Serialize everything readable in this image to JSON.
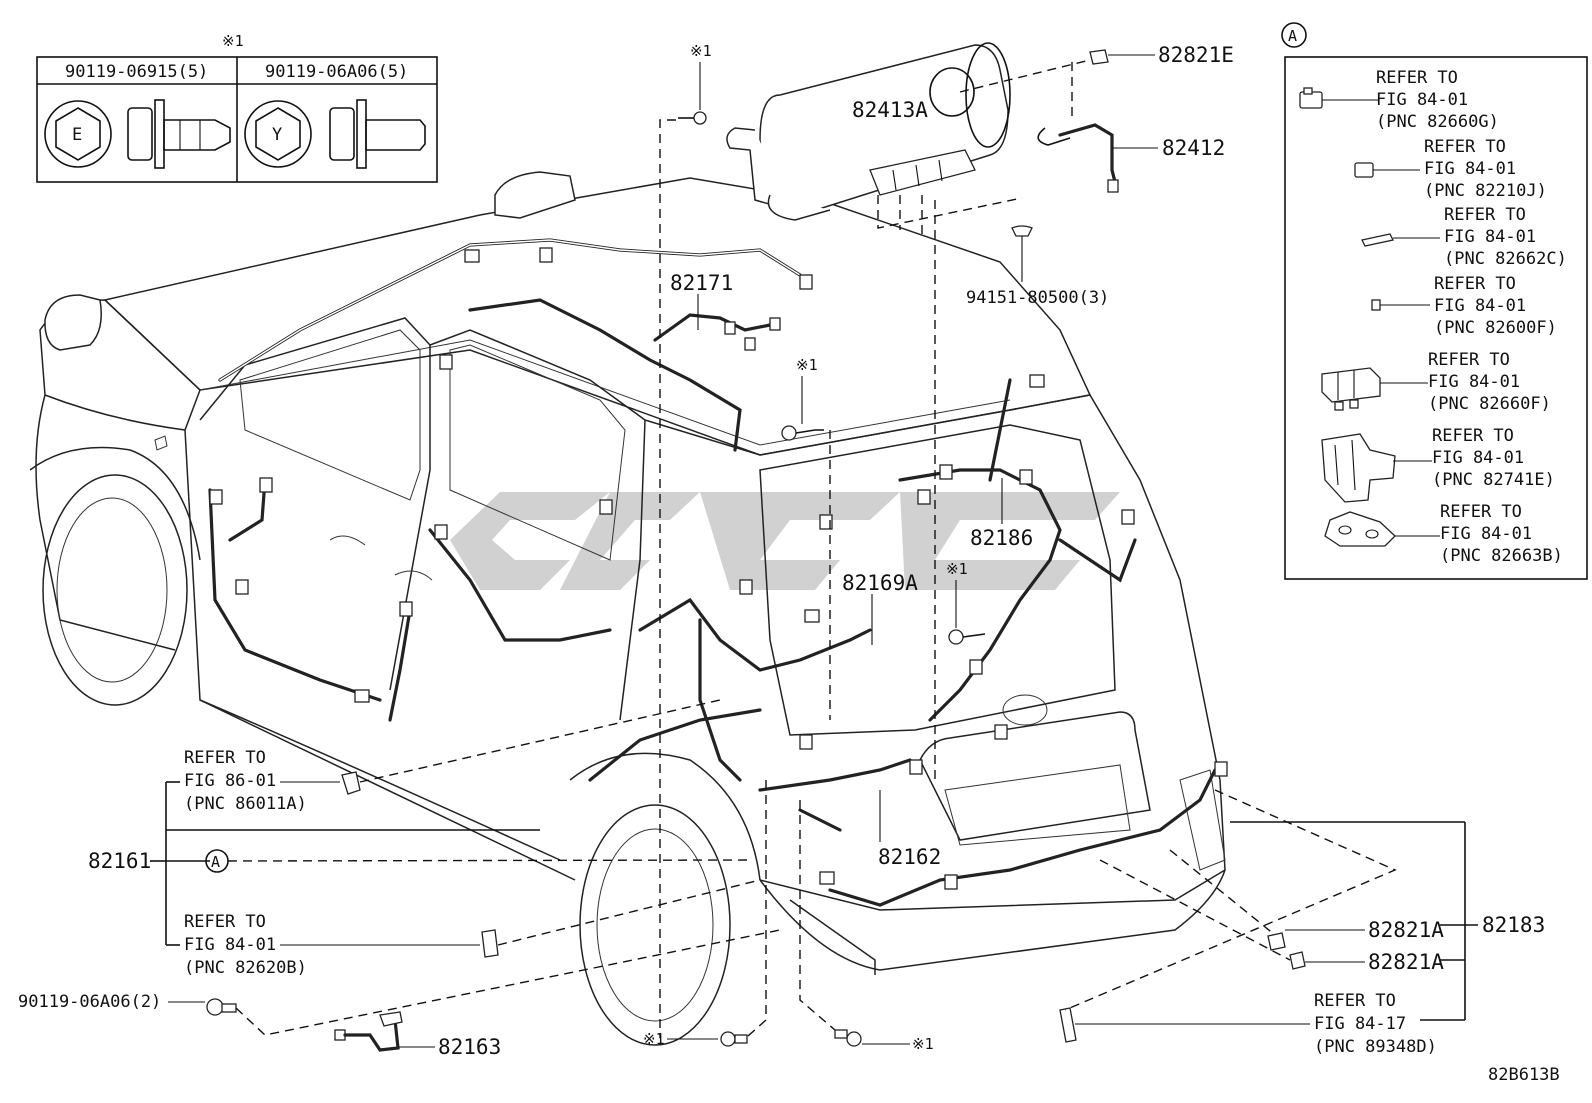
{
  "diagram_code": "82B613B",
  "bolt_table": {
    "note_mark": "※1",
    "col1_label": "90119-06915(5)",
    "col1_mark": "E",
    "col2_label": "90119-06A06(5)",
    "col2_mark": "Y"
  },
  "inset": {
    "circle_letter": "A",
    "items": [
      {
        "l1": "REFER TO",
        "l2": "FIG 84-01",
        "l3": "(PNC 82660G)"
      },
      {
        "l1": "REFER TO",
        "l2": "FIG 84-01",
        "l3": "(PNC 82210J)"
      },
      {
        "l1": "REFER TO",
        "l2": "FIG 84-01",
        "l3": "(PNC 82662C)"
      },
      {
        "l1": "REFER TO",
        "l2": "FIG 84-01",
        "l3": "(PNC 82600F)"
      },
      {
        "l1": "REFER TO",
        "l2": "FIG 84-01",
        "l3": "(PNC 82660F)"
      },
      {
        "l1": "REFER TO",
        "l2": "FIG 84-01",
        "l3": "(PNC 82741E)"
      },
      {
        "l1": "REFER TO",
        "l2": "FIG 84-01",
        "l3": "(PNC 82663B)"
      }
    ]
  },
  "parts": {
    "p82821E": "82821E",
    "p82413A": "82413A",
    "p82412": "82412",
    "p82171": "82171",
    "p94151": "94151-80500(3)",
    "p82186": "82186",
    "p82169A": "82169A",
    "p82162": "82162",
    "p82161": "82161",
    "p82183": "82183",
    "p82821A_1": "82821A",
    "p82821A_2": "82821A",
    "p82163": "82163",
    "p90119": "90119-06A06(2)"
  },
  "marks": {
    "m1": "※1",
    "m2": "※1",
    "m3": "※1",
    "m4": "※1",
    "m5": "※1"
  },
  "refs": {
    "r86": {
      "l1": "REFER TO",
      "l2": "FIG 86-01",
      "l3": "(PNC 86011A)"
    },
    "r84a": {
      "l1": "REFER TO",
      "l2": "FIG 84-01",
      "l3": "(PNC 82620B)"
    },
    "r8417": {
      "l1": "REFER TO",
      "l2": "FIG 84-17",
      "l3": "(PNC 89348D)"
    },
    "circle_a": "A"
  }
}
